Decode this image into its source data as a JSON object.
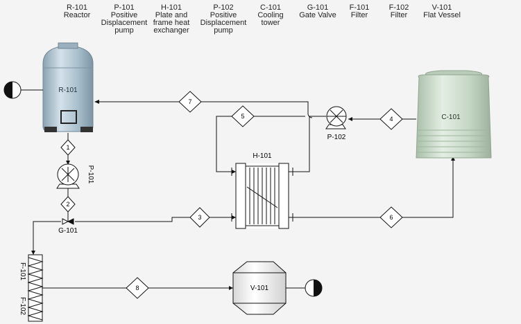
{
  "legend": [
    {
      "tag": "R-101",
      "desc": [
        "Reactor"
      ]
    },
    {
      "tag": "P-101",
      "desc": [
        "Positive",
        "Displacement",
        "pump"
      ]
    },
    {
      "tag": "H-101",
      "desc": [
        "Plate and",
        "frame heat",
        "exchanger"
      ]
    },
    {
      "tag": "P-102",
      "desc": [
        "Positive",
        "Displacement",
        "pump"
      ]
    },
    {
      "tag": "C-101",
      "desc": [
        "Cooling",
        "tower"
      ]
    },
    {
      "tag": "G-101",
      "desc": [
        "Gate Valve"
      ]
    },
    {
      "tag": "F-101",
      "desc": [
        "Filter"
      ]
    },
    {
      "tag": "F-102",
      "desc": [
        "Filter"
      ]
    },
    {
      "tag": "V-101",
      "desc": [
        "Flat Vessel"
      ]
    }
  ],
  "equipment": {
    "reactor": "R-101",
    "pump1": "P-101",
    "heat_exchanger": "H-101",
    "pump2": "P-102",
    "cooling_tower": "C-101",
    "gate_valve": "G-101",
    "filter1": "F-101",
    "filter2": "F-102",
    "vessel": "V-101"
  },
  "streams": [
    "1",
    "2",
    "3",
    "4",
    "5",
    "6",
    "7",
    "8"
  ],
  "colors": {
    "line": "#111111",
    "reactor_body": "#a9bfcc",
    "tower_body": "#c6d7c6",
    "background": "#f4f4f4"
  }
}
